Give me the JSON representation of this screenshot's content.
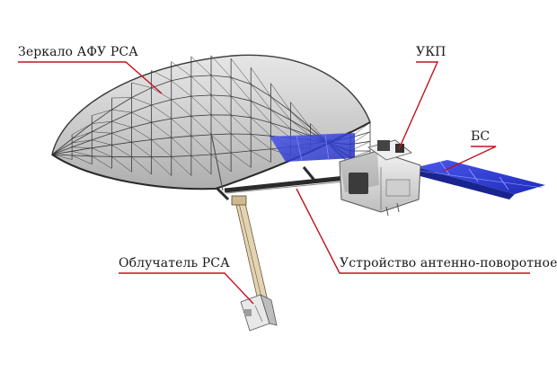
{
  "labels": {
    "mirror": "Зеркало АФУ РСА",
    "ukp": "УКП",
    "bs": "БС",
    "feed": "Облучатель РСА",
    "rotator": "Устройство антенно-поворотное"
  },
  "colors": {
    "leader_line": "#c1121f",
    "solar_panel": "#2a3bd6",
    "truss": "#3a3a3a",
    "bus_body": "#d9d9d9"
  }
}
